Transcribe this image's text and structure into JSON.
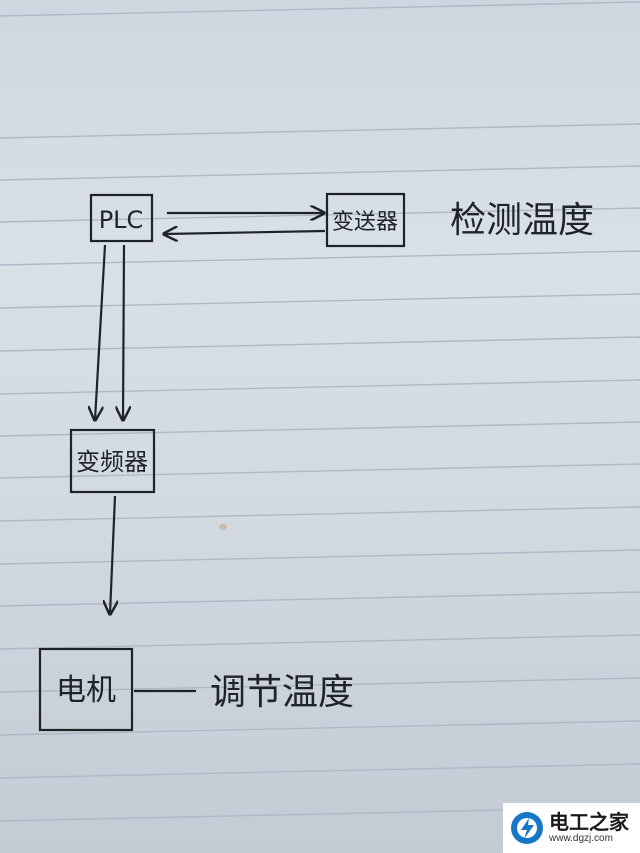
{
  "colors": {
    "ink": "#1f2328",
    "ruled_line": "#aeb9c6",
    "brand_blue": "#1677c8"
  },
  "diagram": {
    "nodes": [
      {
        "id": "plc",
        "label": "PLC"
      },
      {
        "id": "transmitter",
        "label": "变送器"
      },
      {
        "id": "inverter",
        "label": "变频器"
      },
      {
        "id": "motor",
        "label": "电机"
      }
    ],
    "notes": {
      "detect": "检测温度",
      "adjust": "调节温度"
    },
    "edges": [
      {
        "from": "plc",
        "to": "transmitter"
      },
      {
        "from": "transmitter",
        "to": "plc"
      },
      {
        "from": "plc",
        "to": "inverter"
      },
      {
        "from": "plc",
        "to": "inverter"
      },
      {
        "from": "inverter",
        "to": "motor"
      },
      {
        "from": "motor",
        "to": "adjust-note"
      }
    ]
  },
  "watermark": {
    "name": "电工之家",
    "url": "www.dgzj.com",
    "icon": "lightning-bolt-icon"
  }
}
